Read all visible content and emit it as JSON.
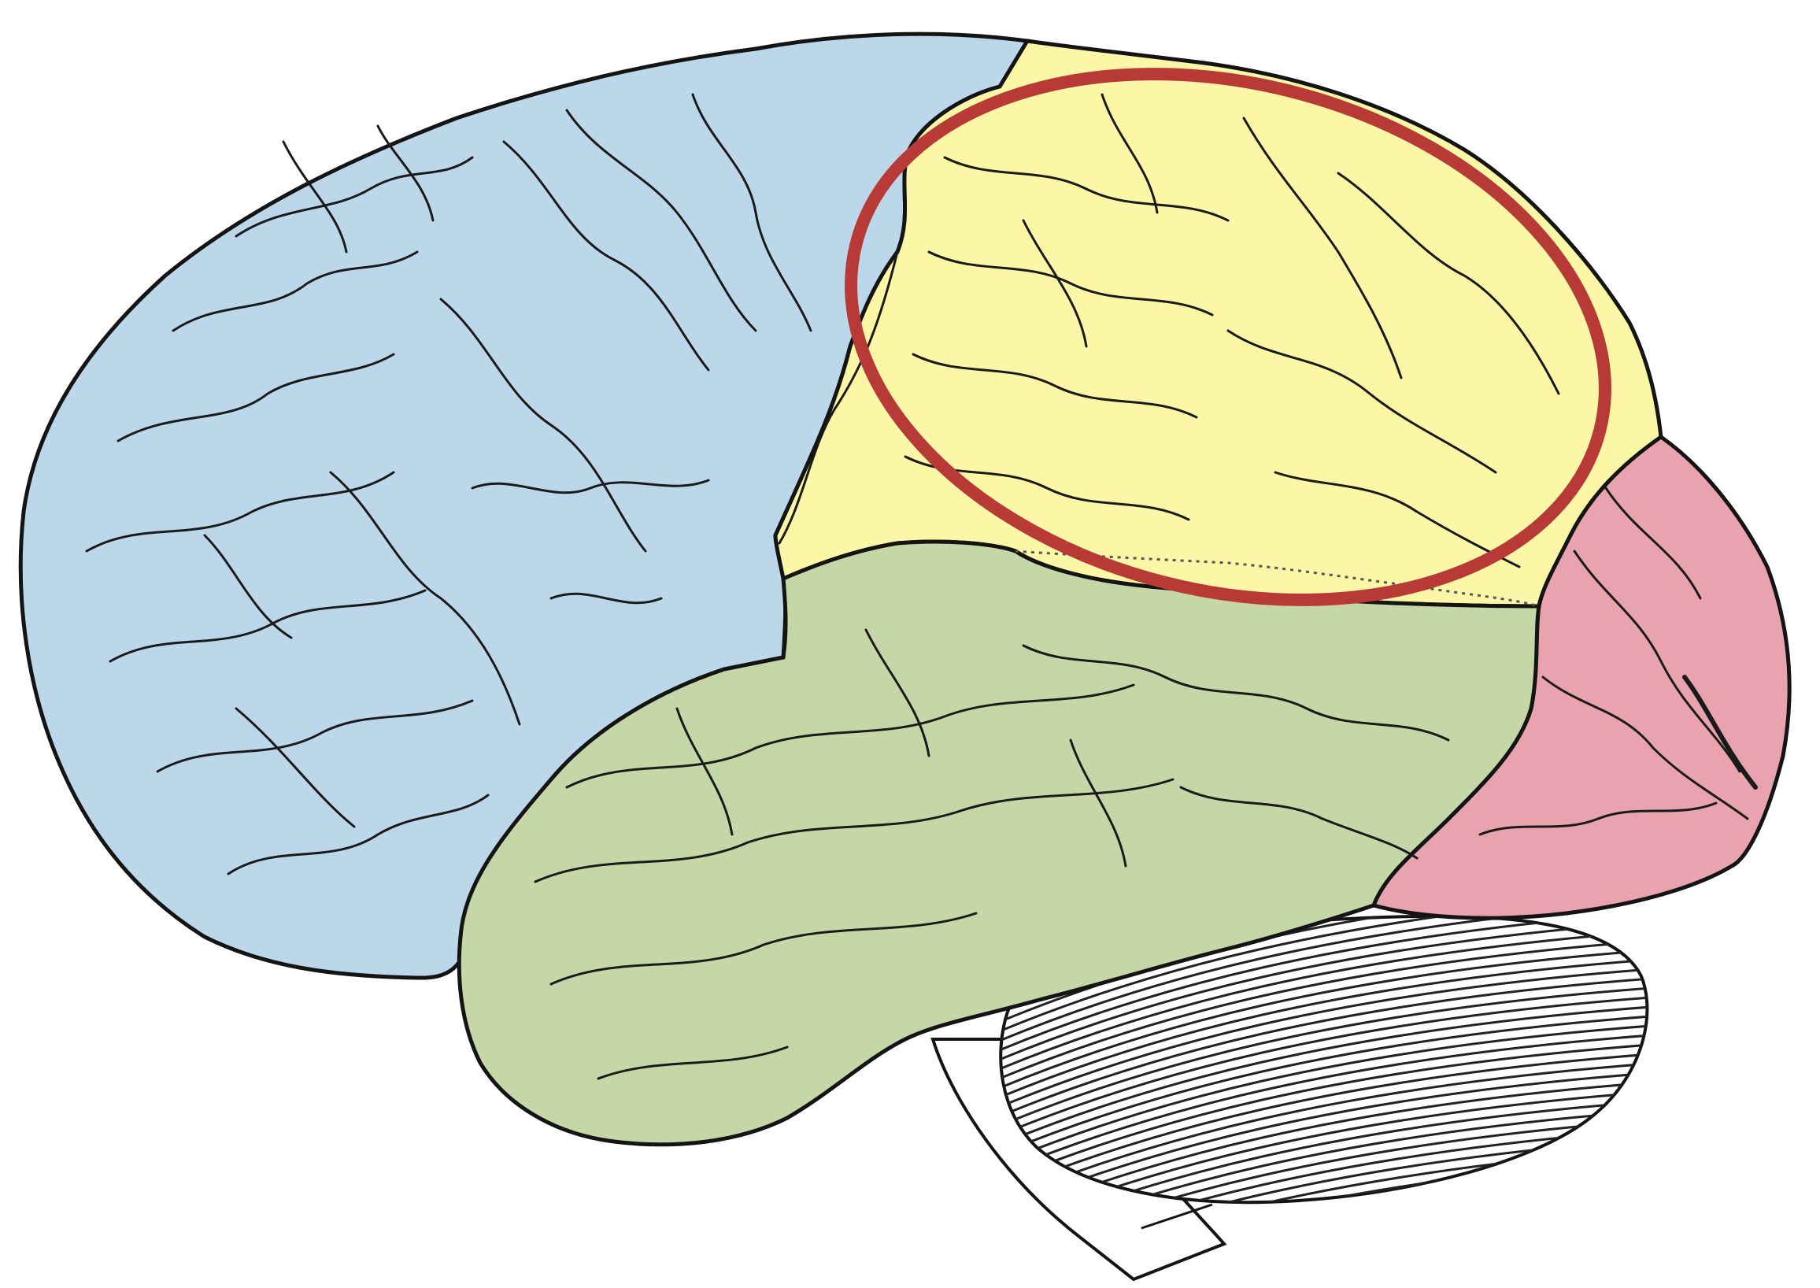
{
  "diagram": {
    "subject": "lateral-view-brain",
    "lobes": [
      {
        "id": "frontal",
        "color": "#bdd7ea"
      },
      {
        "id": "parietal",
        "color": "#fbf7a6"
      },
      {
        "id": "temporal",
        "color": "#c5d7a6"
      },
      {
        "id": "occipital",
        "color": "#e8a3ae"
      }
    ],
    "cerebellum": {
      "color": "#ffffff",
      "stripe_color": "#222222"
    },
    "brainstem": {
      "color": "#ffffff"
    },
    "outline_color": "#141414",
    "highlight": {
      "target": "parietal",
      "stroke": "#b83a36",
      "shape": "ellipse"
    }
  }
}
